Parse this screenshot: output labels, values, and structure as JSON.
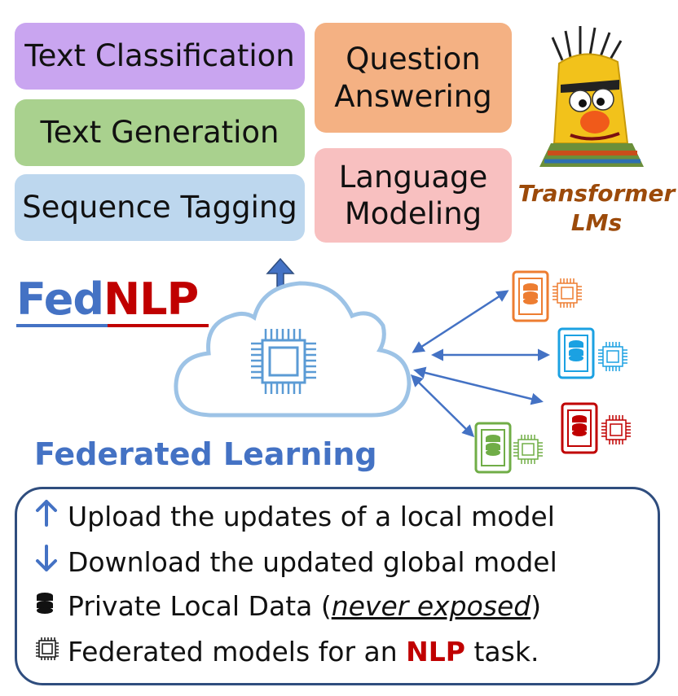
{
  "tasks": {
    "text_classification": "Text Classification",
    "text_generation": "Text Generation",
    "sequence_tagging": "Sequence Tagging",
    "question_answering": "Question Answering",
    "language_modeling": "Language Modeling"
  },
  "transformer": {
    "line1": "Transformer",
    "line2": "LMs"
  },
  "logo": {
    "fed": "Fed",
    "nlp": "NLP"
  },
  "federated_learning": "Federated Learning",
  "legend": {
    "upload": "Upload the updates of a local model",
    "download": "Download the updated global model",
    "private_prefix": "Private Local Data (",
    "private_emph": "never exposed",
    "private_suffix": ")",
    "federated_prefix": "Federated models for an ",
    "federated_nlp": "NLP",
    "federated_suffix": " task."
  },
  "colors": {
    "blue": "#4472c4",
    "red": "#c00000",
    "orange": "#ed7d31",
    "cyan": "#1ba1e2",
    "green": "#70ad47",
    "dark_red": "#c00000"
  },
  "icons": [
    "chip-icon",
    "cloud-icon",
    "phone-icon",
    "database-icon",
    "up-arrow-icon",
    "down-arrow-icon"
  ]
}
